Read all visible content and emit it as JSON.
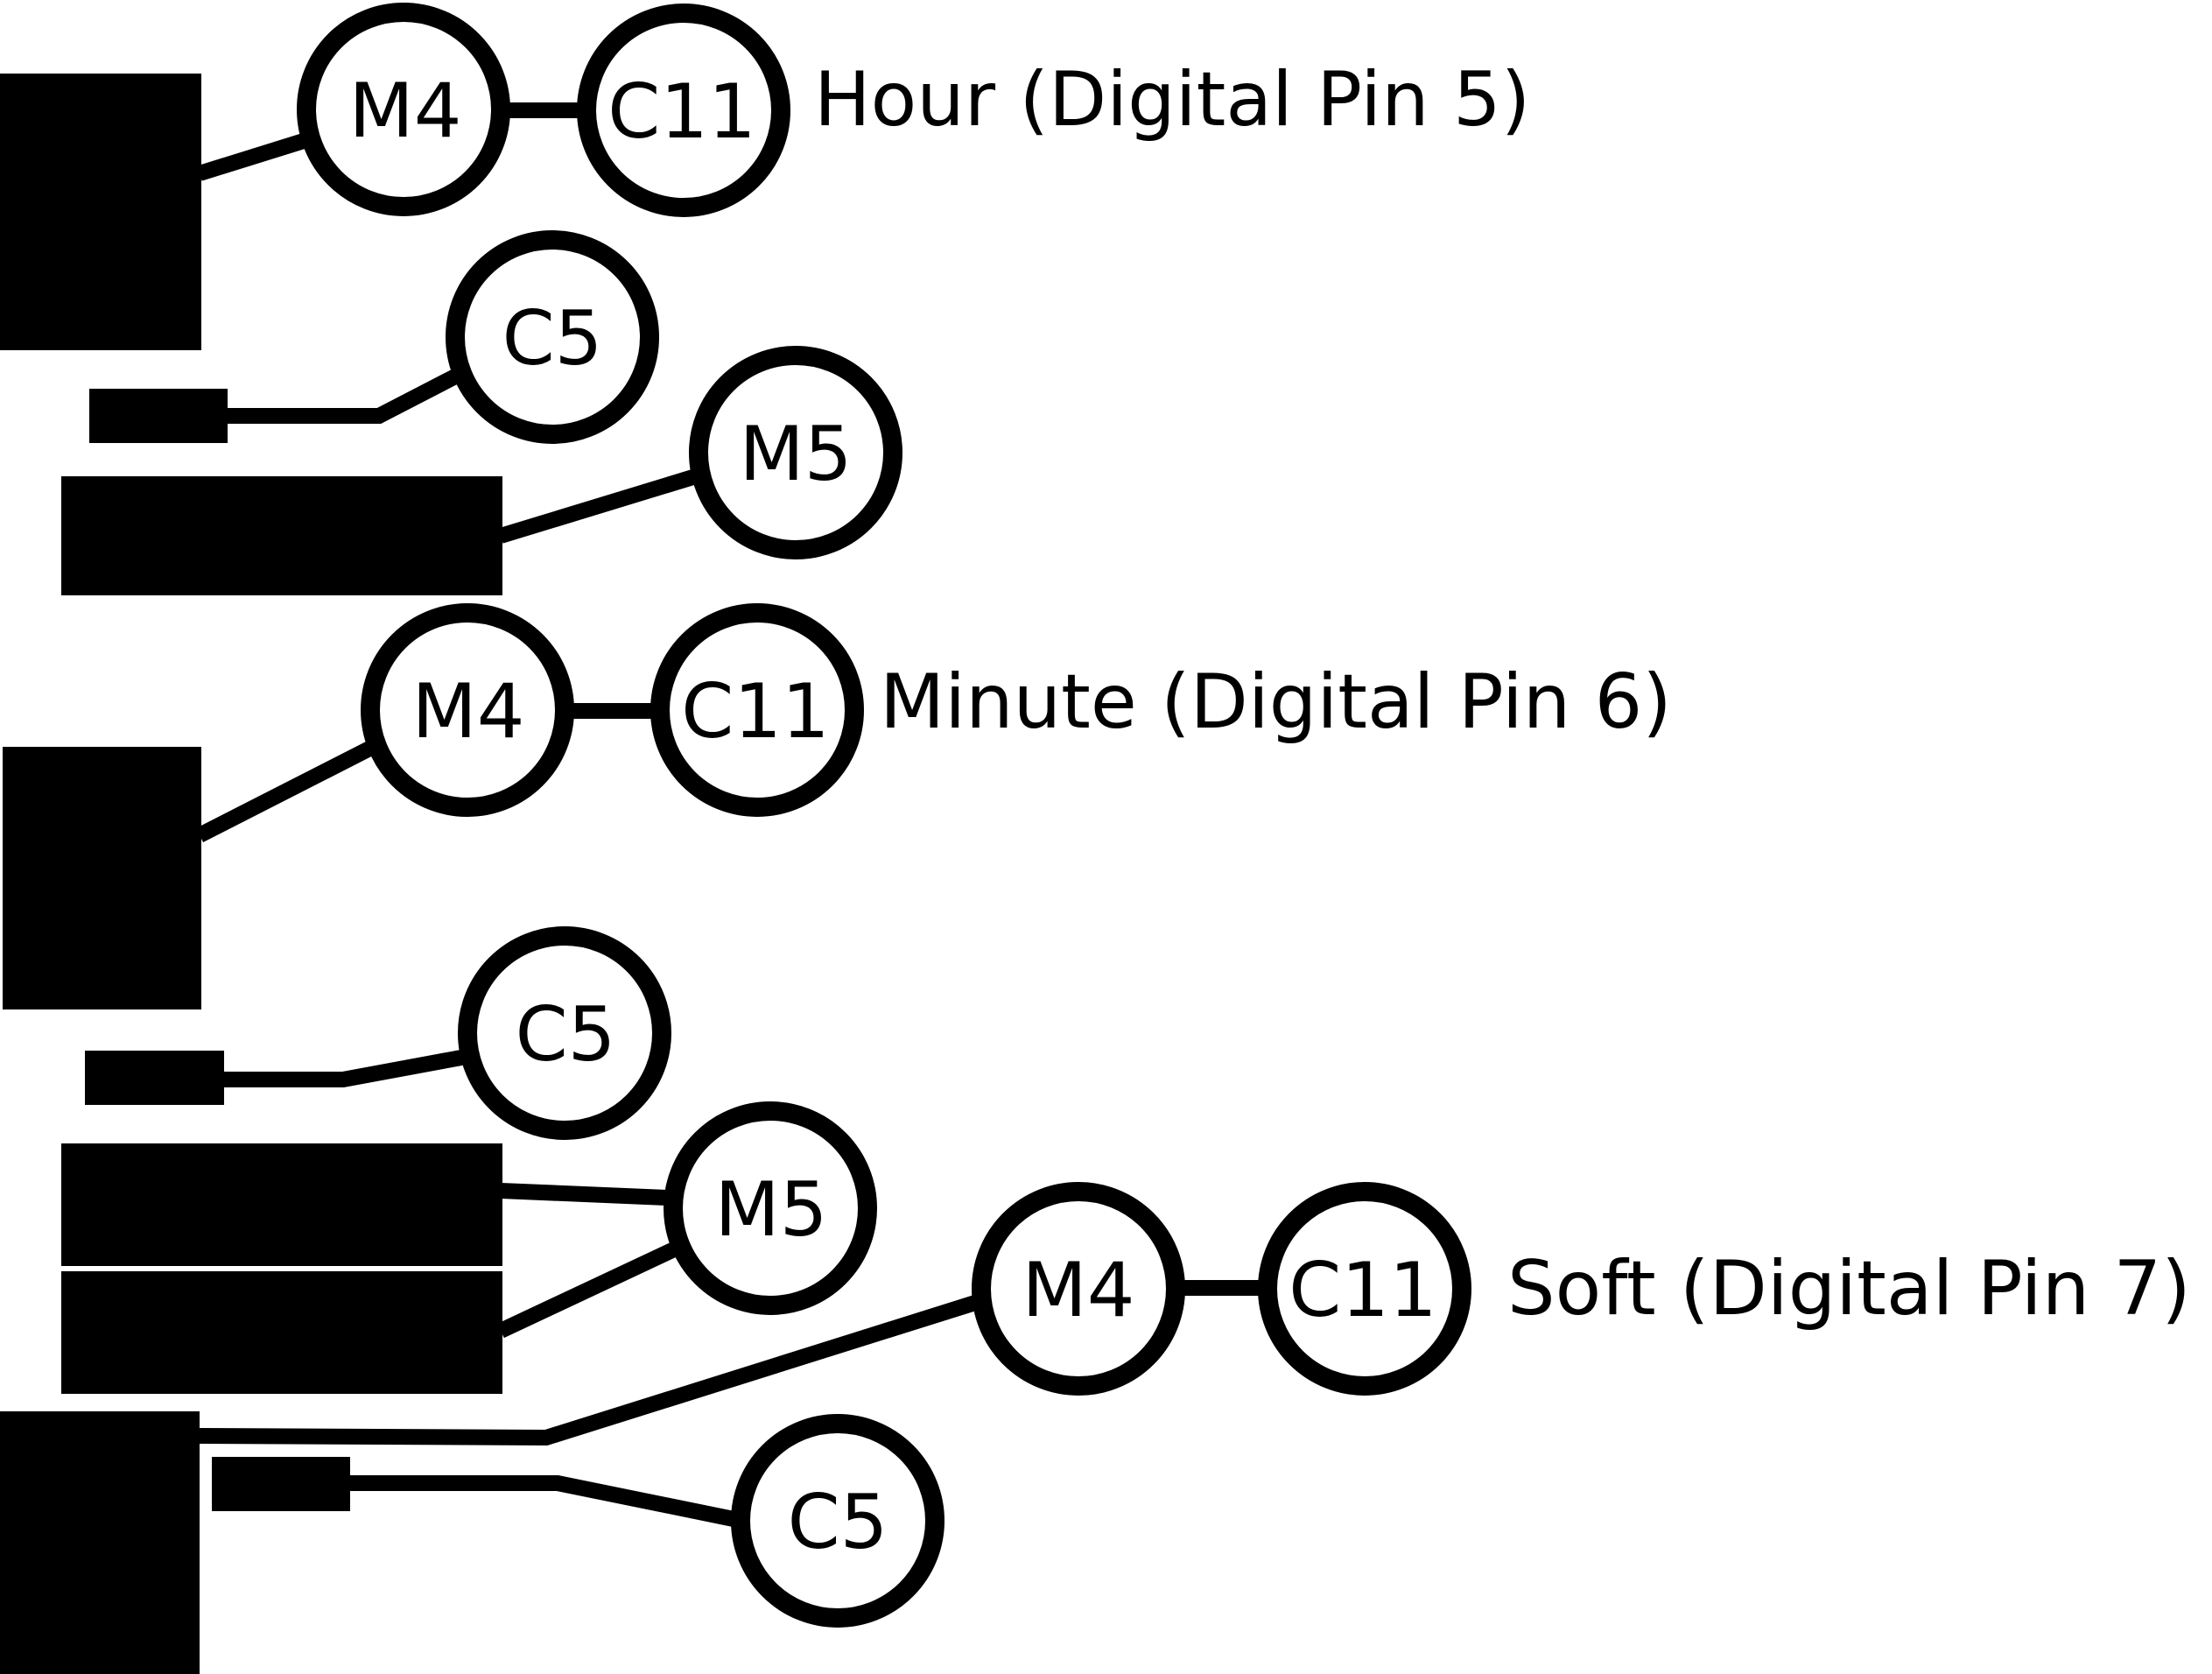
{
  "colors": {
    "ink": "#000000",
    "paper": "#ffffff"
  },
  "nodes": {
    "hour_m4": "M4",
    "hour_c11": "C11",
    "hour_c5": "C5",
    "hour_m5": "M5",
    "minute_m4": "M4",
    "minute_c11": "C11",
    "minute_c5": "C5",
    "minute_m5": "M5",
    "soft_m4": "M4",
    "soft_c11": "C11",
    "soft_c5": "C5"
  },
  "labels": {
    "hour": "Hour (Digital Pin 5)",
    "minute": "Minute (Digital Pin 6)",
    "soft": "Soft (Digital Pin 7)"
  }
}
